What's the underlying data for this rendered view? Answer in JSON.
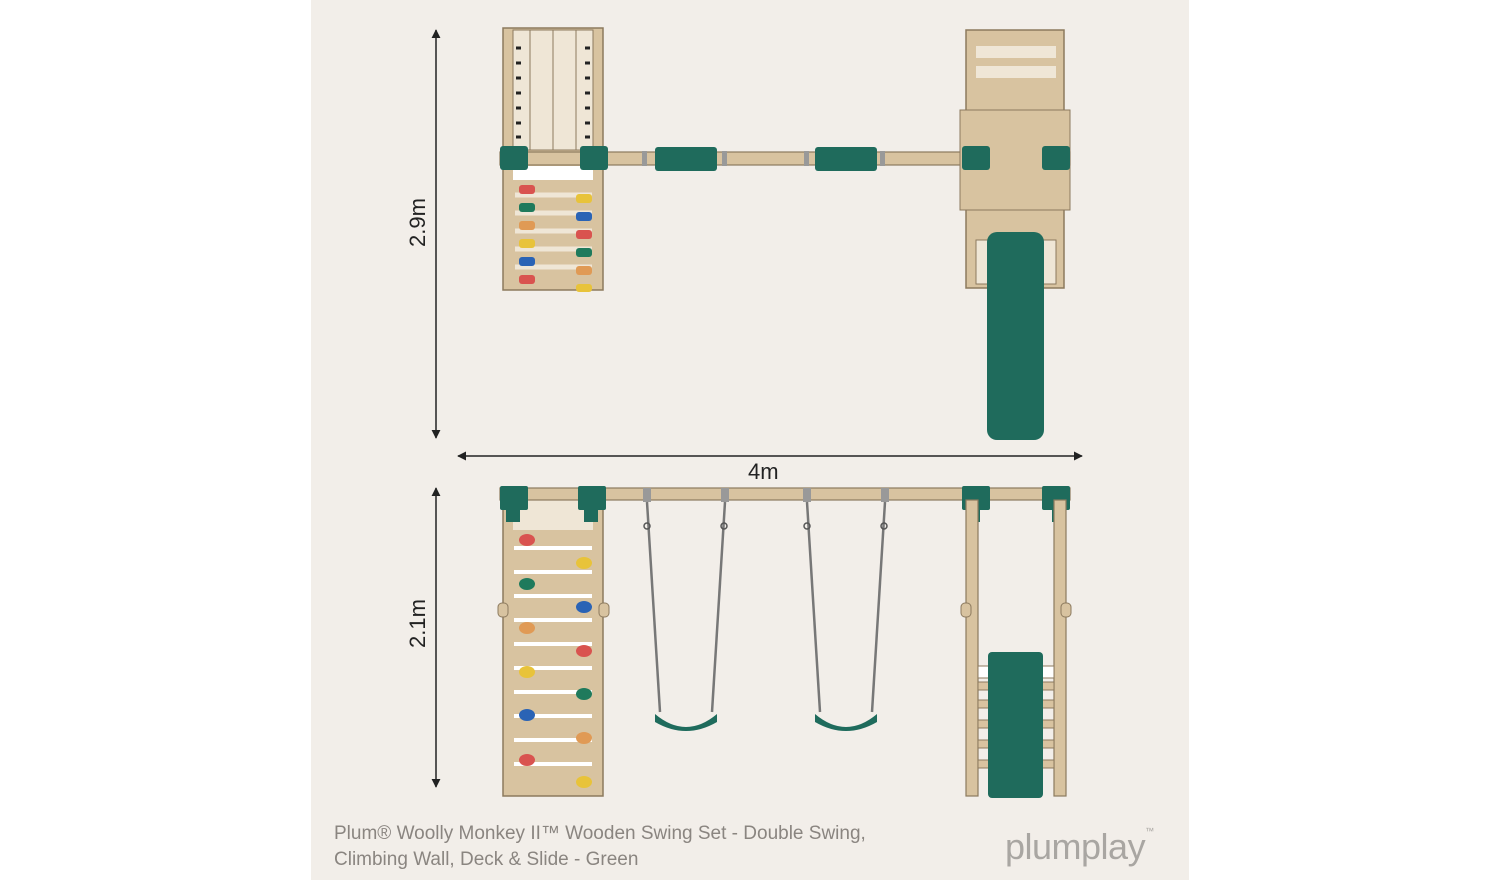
{
  "dimensions": {
    "top_height": "2.9m",
    "width": "4m",
    "front_height": "2.1m"
  },
  "caption": {
    "line1": "Plum® Woolly Monkey II™ Wooden Swing Set - Double Swing,",
    "line2": "Climbing Wall, Deck & Slide - Green"
  },
  "logo": {
    "text": "plumplay",
    "mark": "™"
  },
  "colors": {
    "background": "#f2eee9",
    "wood": "#d8c3a0",
    "wood_outline": "#8c7a5e",
    "green": "#1f6b5c",
    "hold_red": "#d9534f",
    "hold_green": "#1f7a5c",
    "hold_orange": "#e09a55",
    "hold_yellow": "#e8c33a",
    "hold_blue": "#2a63b5"
  }
}
